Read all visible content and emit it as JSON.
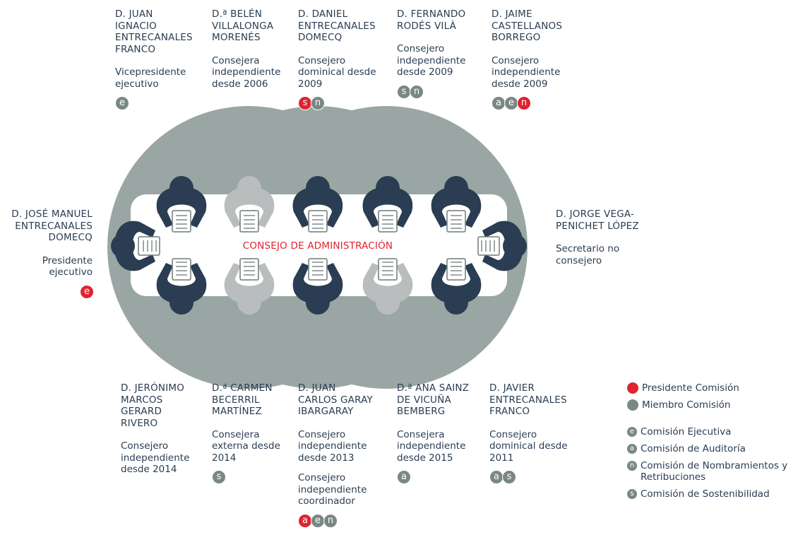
{
  "table": {
    "label": "CONSEJO DE ADMINISTRACIÓN"
  },
  "colors": {
    "red": "#e0232f",
    "grey": "#7a8885",
    "navy": "#2a3d52",
    "light": "#b9bdbd",
    "ring": "#9aa6a3"
  },
  "top_members": [
    {
      "name": "D. JUAN IGNACIO ENTRECANALES FRANCO",
      "role": "Vicepresidente ejecutivo",
      "badges": [
        {
          "letter": "e",
          "president": false
        }
      ]
    },
    {
      "name": "D.ª BELÉN VILLALONGA MORENÉS",
      "role": "Consejera independiente desde 2006",
      "badges": []
    },
    {
      "name": "D. DANIEL ENTRECANALES DOMECQ",
      "role": "Consejero dominical desde 2009",
      "badges": [
        {
          "letter": "s",
          "president": true
        },
        {
          "letter": "n",
          "president": false
        }
      ]
    },
    {
      "name": "D. FERNANDO RODÉS VILÀ",
      "role": "Consejero independiente desde 2009",
      "badges": [
        {
          "letter": "s",
          "president": false
        },
        {
          "letter": "n",
          "president": false
        }
      ]
    },
    {
      "name": "D. JAIME CASTELLANOS BORREGO",
      "role": "Consejero independiente desde 2009",
      "badges": [
        {
          "letter": "a",
          "president": false
        },
        {
          "letter": "e",
          "president": false
        },
        {
          "letter": "n",
          "president": true
        }
      ]
    }
  ],
  "bottom_members": [
    {
      "name": "D. JERÓNIMO MARCOS GERARD RIVERO",
      "role": "Consejero independiente desde 2014",
      "badges": []
    },
    {
      "name": "D.ª CARMEN BECERRIL MARTÍNEZ",
      "role": "Consejera externa desde 2014",
      "badges": [
        {
          "letter": "s",
          "president": false
        }
      ]
    },
    {
      "name": "D. JUAN CARLOS GARAY IBARGARAY",
      "role": "Consejero independiente desde 2013",
      "extra": "Consejero independiente coordinador",
      "badges": [
        {
          "letter": "a",
          "president": true
        },
        {
          "letter": "e",
          "president": false
        },
        {
          "letter": "n",
          "president": false
        }
      ]
    },
    {
      "name": "D.ª ANA SAINZ DE VICUÑA BEMBERG",
      "role": "Consejera independiente desde 2015",
      "badges": [
        {
          "letter": "a",
          "president": false
        }
      ]
    },
    {
      "name": "D. JAVIER ENTRECANALES FRANCO",
      "role": "Consejero dominical desde 2011",
      "badges": [
        {
          "letter": "a",
          "president": false
        },
        {
          "letter": "s",
          "president": false
        }
      ]
    }
  ],
  "left_member": {
    "name": "D. JOSÉ MANUEL ENTRECANALES DOMECQ",
    "role": "Presidente ejecutivo",
    "badges": [
      {
        "letter": "e",
        "president": true
      }
    ]
  },
  "right_member": {
    "name": "D. JORGE VEGA-PENICHET LÓPEZ",
    "role": "Secretario no consejero"
  },
  "legend": {
    "president": "Presidente Comisión",
    "member": "Miembro Comisión",
    "committees": [
      {
        "letter": "e",
        "label": "Comisión Ejecutiva"
      },
      {
        "letter": "a",
        "label": "Comisión de Auditoría"
      },
      {
        "letter": "n",
        "label": "Comisión de Nombramientos y Retribuciones"
      },
      {
        "letter": "s",
        "label": "Comisión de Sostenibilidad"
      }
    ]
  }
}
